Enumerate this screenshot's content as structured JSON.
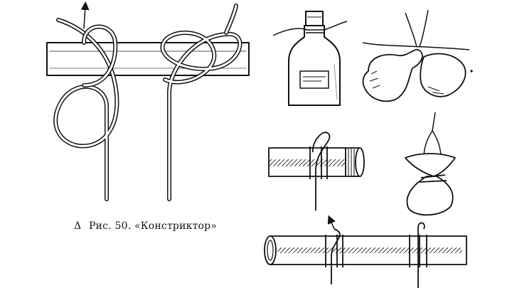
{
  "figure": {
    "caption_prefix": "Δ",
    "caption_text": "Рис. 50. «Констриктор»",
    "panels": [
      "constrictor-knot-on-bar",
      "bottle-neck-tie",
      "sack-necks-tie",
      "pipe-end-tie",
      "hanging-bag-tie",
      "long-pipe-tie"
    ]
  }
}
